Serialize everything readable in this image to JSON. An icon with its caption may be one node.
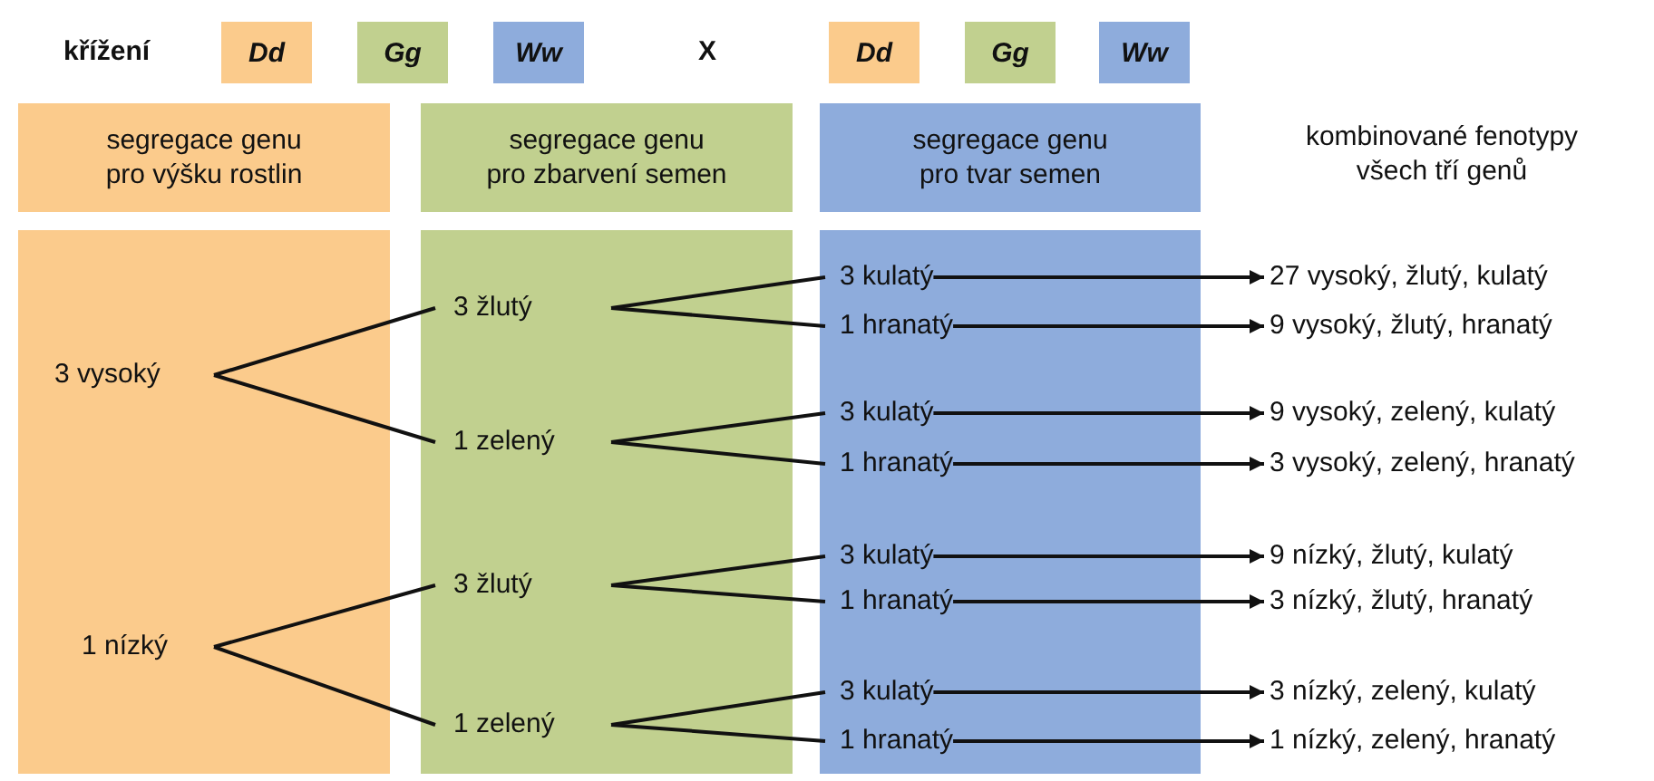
{
  "diagram": {
    "nodes": [
      {
        "text": [
          "Dd"
        ]
      },
      {
        "text": [
          "Gg"
        ]
      },
      {
        "text": [
          "Ww"
        ]
      },
      {
        "text": [
          "Dd"
        ]
      },
      {
        "text": [
          "Gg"
        ]
      },
      {
        "text": [
          "Ww"
        ]
      },
      {
        "text": [
          "segregace genu pro výšku rostlin"
        ]
      },
      {
        "text": [
          "segregace genu pro zbarvení semen"
        ]
      },
      {
        "text": [
          "segregace genu pro tvar semen"
        ]
      },
      {
        "text": [],
        "shape": "box"
      },
      {
        "text": [
          "3 vysoký"
        ],
        "in": 9
      },
      {
        "text": [
          "1 nízký"
        ],
        "in": 9
      },
      {
        "text": [],
        "shape": "box"
      },
      {
        "text": [
          "3 žlutý"
        ],
        "in": 12
      },
      {
        "text": [
          "1 zelený"
        ],
        "in": 12
      },
      {
        "text": [
          "3 žlutý"
        ],
        "in": 12
      },
      {
        "text": [
          "1 zelený"
        ],
        "in": 12
      },
      {
        "text": [],
        "shape": "box"
      },
      {
        "text": [
          "3 kulatý"
        ],
        "in": 17
      },
      {
        "text": [
          "1 hranatý"
        ],
        "in": 17
      },
      {
        "text": [
          "3 kulatý"
        ],
        "in": 17
      },
      {
        "text": [
          "1 hranatý"
        ],
        "in": 17
      },
      {
        "text": [
          "3 kulatý"
        ],
        "in": 17
      },
      {
        "text": [
          "1 hranatý"
        ],
        "in": 17
      },
      {
        "text": [
          "3 kulatý"
        ],
        "in": 17
      },
      {
        "text": [
          "1 hranatý"
        ],
        "in": 17
      },
      {
        "text": [
          "27 vysoký, žlutý, kulatý"
        ]
      },
      {
        "text": [
          "9 vysoký, žlutý, hranatý"
        ]
      },
      {
        "text": [
          "9 vysoký, zelený, kulatý"
        ]
      },
      {
        "text": [
          "3 vysoký, zelený, hranatý"
        ]
      },
      {
        "text": [
          "9 nízký, žlutý, kulatý"
        ]
      },
      {
        "text": [
          "3 nízký, žlutý, hranatý"
        ]
      },
      {
        "text": [
          "3 nízký, zelený, kulatý"
        ]
      },
      {
        "text": [
          "1 nízký, zelený, hranatý"
        ]
      }
    ],
    "edges": [
      {
        "from": 10,
        "to": 13,
        "arrow": "none"
      },
      {
        "from": 10,
        "to": 14,
        "arrow": "none"
      },
      {
        "from": 11,
        "to": 15,
        "arrow": "none"
      },
      {
        "from": 11,
        "to": 16,
        "arrow": "none"
      },
      {
        "from": 13,
        "to": 18,
        "arrow": "none"
      },
      {
        "from": 13,
        "to": 19,
        "arrow": "none"
      },
      {
        "from": 14,
        "to": 20,
        "arrow": "none"
      },
      {
        "from": 14,
        "to": 21,
        "arrow": "none"
      },
      {
        "from": 15,
        "to": 22,
        "arrow": "none"
      },
      {
        "from": 15,
        "to": 23,
        "arrow": "none"
      },
      {
        "from": 16,
        "to": 24,
        "arrow": "none"
      },
      {
        "from": 16,
        "to": 25,
        "arrow": "none"
      },
      {
        "from": 18,
        "to": 26,
        "arrow": "to"
      },
      {
        "from": 19,
        "to": 27,
        "arrow": "to"
      },
      {
        "from": 20,
        "to": 28,
        "arrow": "to"
      },
      {
        "from": 21,
        "to": 29,
        "arrow": "to"
      },
      {
        "from": 22,
        "to": 30,
        "arrow": "to"
      },
      {
        "from": 23,
        "to": 31,
        "arrow": "to"
      },
      {
        "from": 24,
        "to": 32,
        "arrow": "to"
      },
      {
        "from": 25,
        "to": 33,
        "arrow": "to"
      }
    ],
    "labels": [
      "křížení",
      "X",
      "kombinované fenotypy všech tří genů"
    ]
  }
}
